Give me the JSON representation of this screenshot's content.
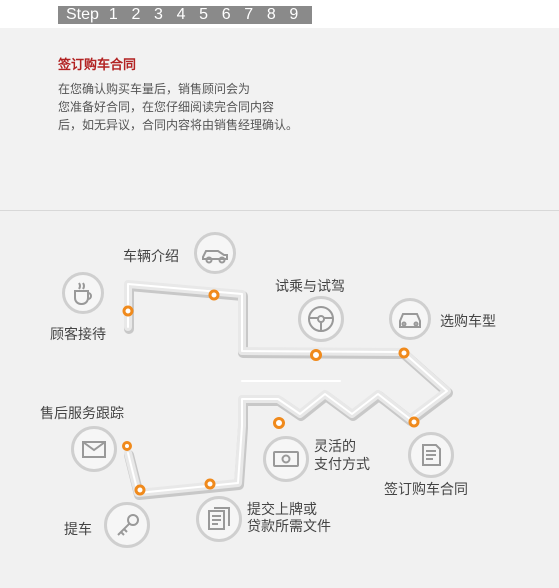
{
  "steps": {
    "word": "Step",
    "numbers": [
      "1",
      "2",
      "3",
      "4",
      "5",
      "6",
      "7",
      "8",
      "9"
    ]
  },
  "content": {
    "title": "签订购车合同",
    "lines": [
      "在您确认购买车量后，销售顾问会为",
      "您准备好合同，在您仔细阅读完合同内容",
      "后，如无异议，合同内容将由销售经理确认。"
    ]
  },
  "flow": {
    "reception": "顾客接待",
    "vehicle_intro": "车辆介绍",
    "test_drive": "试乘与试驾",
    "select_model": "选购车型",
    "sign_contract": "签订购车合同",
    "payment_line1": "灵活的",
    "payment_line2": "支付方式",
    "plate_line1": "提交上牌或",
    "plate_line2": "贷款所需文件",
    "pickup": "提车",
    "after_sales": "售后服务跟踪"
  },
  "colors": {
    "accent": "#f08a1c",
    "title": "#b22222",
    "path": "#d9d9d9"
  },
  "icons": [
    "coffee-icon",
    "car-side-icon",
    "steering-wheel-icon",
    "car-front-icon",
    "contract-icon",
    "money-icon",
    "documents-icon",
    "key-icon",
    "envelope-icon"
  ]
}
